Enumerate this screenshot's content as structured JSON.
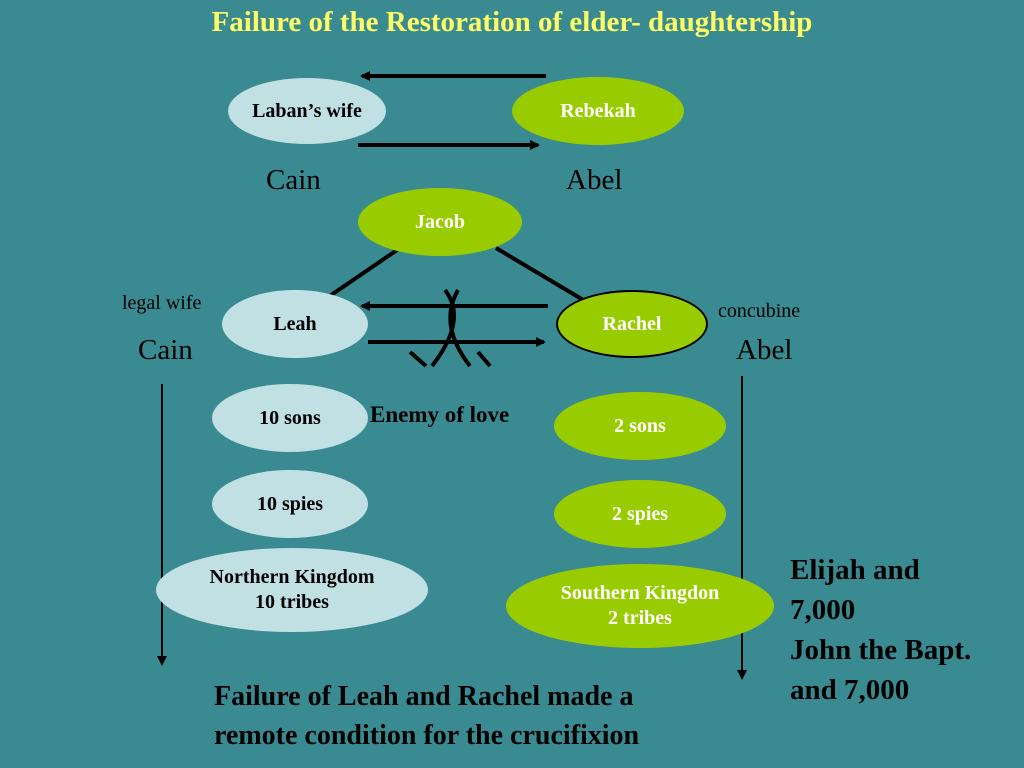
{
  "title": "Failure of the Restoration of elder- daughtership",
  "nodes": {
    "labans_wife": "Laban’s wife",
    "rebekah": "Rebekah",
    "jacob": "Jacob",
    "leah": "Leah",
    "rachel": "Rachel",
    "ten_sons": "10 sons",
    "two_sons": "2 sons",
    "ten_spies": "10 spies",
    "two_spies": "2 spies",
    "northern_line1": "Northern Kingdom",
    "northern_line2": "10 tribes",
    "southern_line1": "Southern Kingdon",
    "southern_line2": "2 tribes"
  },
  "labels": {
    "cain_top": "Cain",
    "abel_top": "Abel",
    "legal_wife": "legal wife",
    "concubine": "concubine",
    "cain_left": "Cain",
    "abel_right": "Abel",
    "enemy_of_love": "Enemy of love"
  },
  "notes": {
    "elijah_line1": "Elijah and",
    "elijah_line2": "7,000",
    "elijah_line3": "John the Bapt.",
    "elijah_line4": "and 7,000",
    "failure_line1": "Failure of Leah and Rachel made a",
    "failure_line2": "remote condition for the crucifixion"
  },
  "colors": {
    "background": "#3a8a91",
    "title": "#ffff66",
    "green_node": "#99cc00",
    "blue_node": "#c0e0e4"
  }
}
